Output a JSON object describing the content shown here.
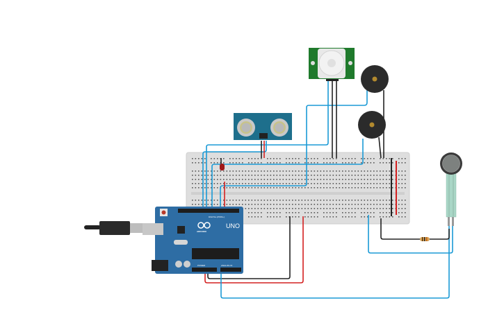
{
  "arduino": {
    "brand": "ARDUINO",
    "model": "UNO",
    "digital_label": "DIGITAL (PWM~)",
    "power_label": "POWER",
    "analog_label": "ANALOG IN"
  },
  "components": [
    "arduino-uno",
    "breadboard",
    "ultrasonic-sensor",
    "pir-sensor",
    "piezo-buzzer",
    "piezo-buzzer",
    "led",
    "force-sensor",
    "resistor",
    "usb-cable"
  ],
  "colors": {
    "wire_blue": "#1a9ad6",
    "wire_red": "#d42020",
    "wire_black": "#222222",
    "arduino_board": "#2e6da4",
    "pir_board": "#1f7a2c",
    "ultrasonic_board": "#1e6f8c",
    "breadboard": "#dddddd",
    "buzzer": "#2b2b2b",
    "led": "#a01818"
  }
}
